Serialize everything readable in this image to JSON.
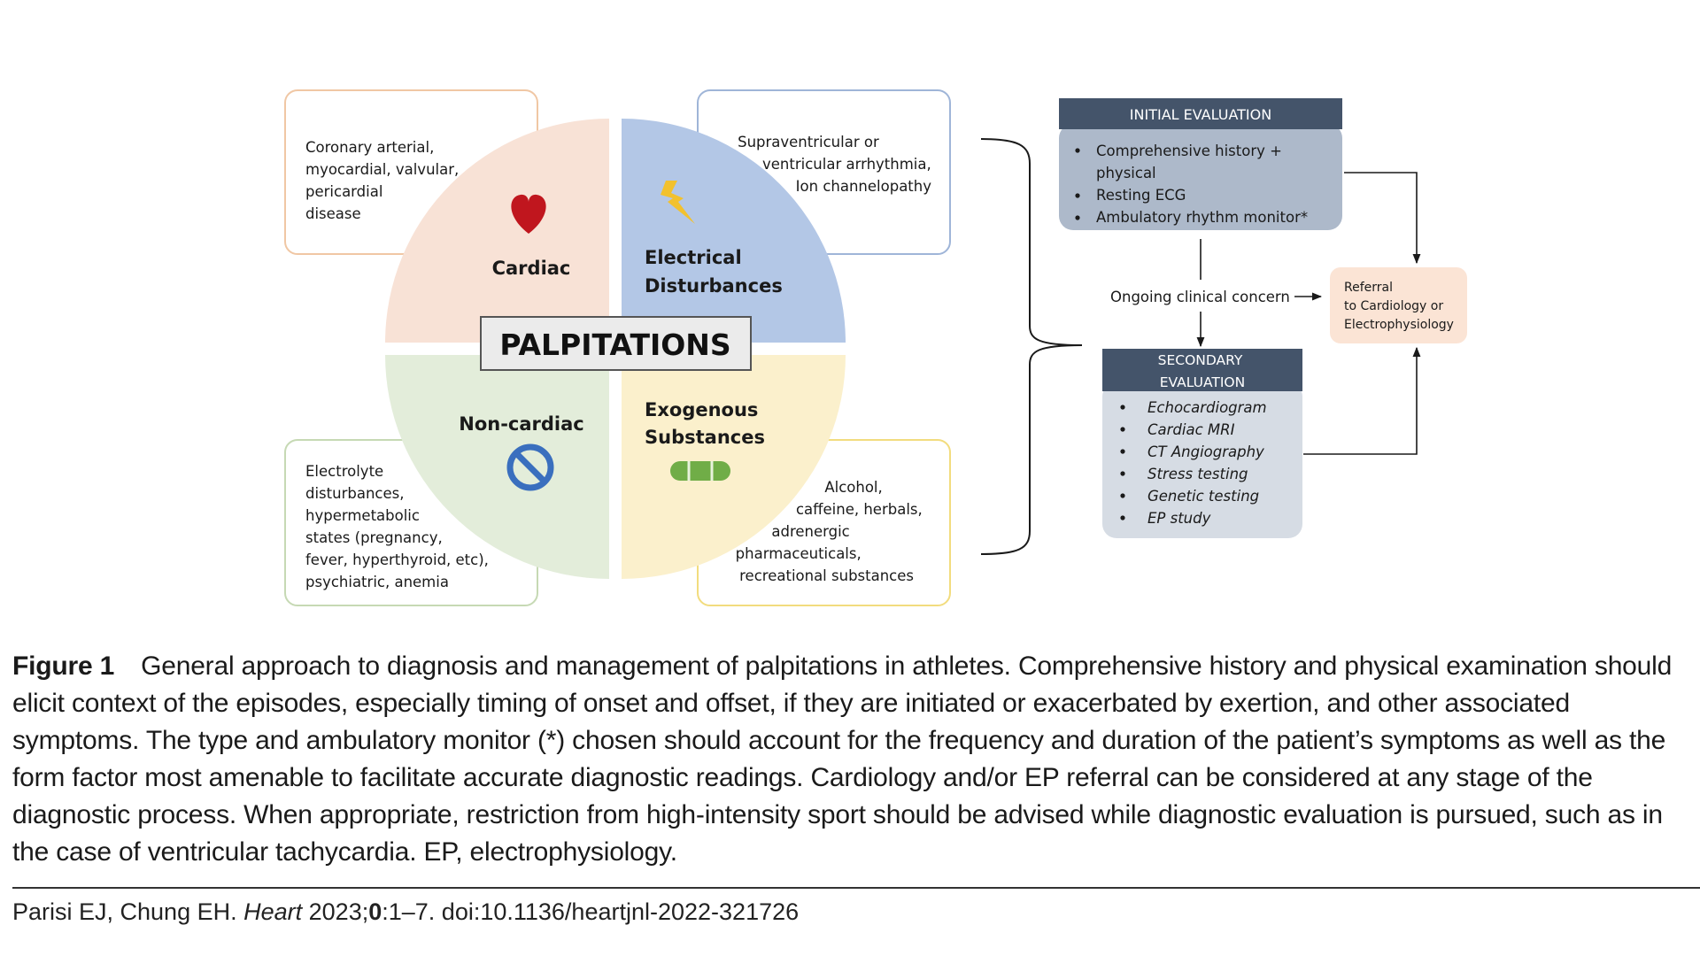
{
  "colors": {
    "cardiac": "#f8e2d6",
    "electrical": "#b3c7e6",
    "noncardiac": "#e3edda",
    "exogenous": "#fbf0cc",
    "header_dark": "#44546a",
    "panel_blue": "#adb9ca",
    "panel_light": "#d6dce4",
    "referral": "#fbe4d5",
    "heart": "#c0161e",
    "lightning": "#f2c12e",
    "no_sign": "#3a6fbe",
    "pill": "#70ad47"
  },
  "diagram": {
    "center_label": "PALPITATIONS",
    "quadrants": {
      "cardiac": "Cardiac",
      "electrical": [
        "Electrical",
        "Disturbances"
      ],
      "noncardiac": "Non-cardiac",
      "exogenous": [
        "Exogenous",
        "Substances"
      ]
    },
    "boxes": {
      "cardiac": [
        "Coronary arterial,",
        "myocardial, valvular,",
        "pericardial",
        "disease"
      ],
      "electrical": [
        "Supraventricular or",
        "ventricular arrhythmia,",
        "Ion channelopathy"
      ],
      "noncardiac": [
        "Electrolyte",
        "disturbances,",
        "hypermetabolic",
        "states (pregnancy,",
        "fever, hyperthyroid, etc),",
        "psychiatric, anemia"
      ],
      "exogenous": [
        "Alcohol,",
        "caffeine,  herbals,",
        "adrenergic",
        "pharmaceuticals,",
        "recreational substances"
      ]
    },
    "icons": {
      "cardiac": "heart-icon",
      "electrical": "lightning-icon",
      "noncardiac": "no-sign-icon",
      "exogenous": "pill-icon"
    }
  },
  "flow": {
    "initial": {
      "title": "INITIAL EVALUATION",
      "items": [
        "Comprehensive history +",
        "physical",
        "Resting ECG",
        "Ambulatory rhythm monitor*"
      ]
    },
    "concern_label": "Ongoing clinical concern",
    "referral": [
      "Referral",
      "to Cardiology or",
      "Electrophysiology"
    ],
    "secondary": {
      "title": [
        "SECONDARY",
        "EVALUATION"
      ],
      "items": [
        "Echocardiogram",
        "Cardiac MRI",
        "CT Angiography",
        "Stress testing",
        "Genetic testing",
        "EP study"
      ]
    }
  },
  "caption": {
    "label": "Figure 1",
    "text": "General approach to diagnosis and management of palpitations in athletes. Comprehensive history and physical examination should elicit context of the episodes, especially timing of onset and offset, if they are initiated or exacerbated by exertion, and other associated symptoms. The type and ambulatory monitor (*) chosen should account for the frequency and duration of the patient’s symptoms as well as the form factor most amenable to facilitate accurate diagnostic readings. Cardiology and/or EP referral can be considered at any stage of the diagnostic process. When appropriate, restriction from high-intensity sport should be advised while diagnostic evaluation is pursued, such as in the case of ventricular tachycardia. EP, electrophysiology."
  },
  "citation": {
    "authors": "Parisi EJ, Chung EH. ",
    "journal": "Heart",
    "year": " 2023;",
    "volume": "0",
    "pages_doi": ":1–7. doi:10.1136/heartjnl-2022-321726"
  }
}
